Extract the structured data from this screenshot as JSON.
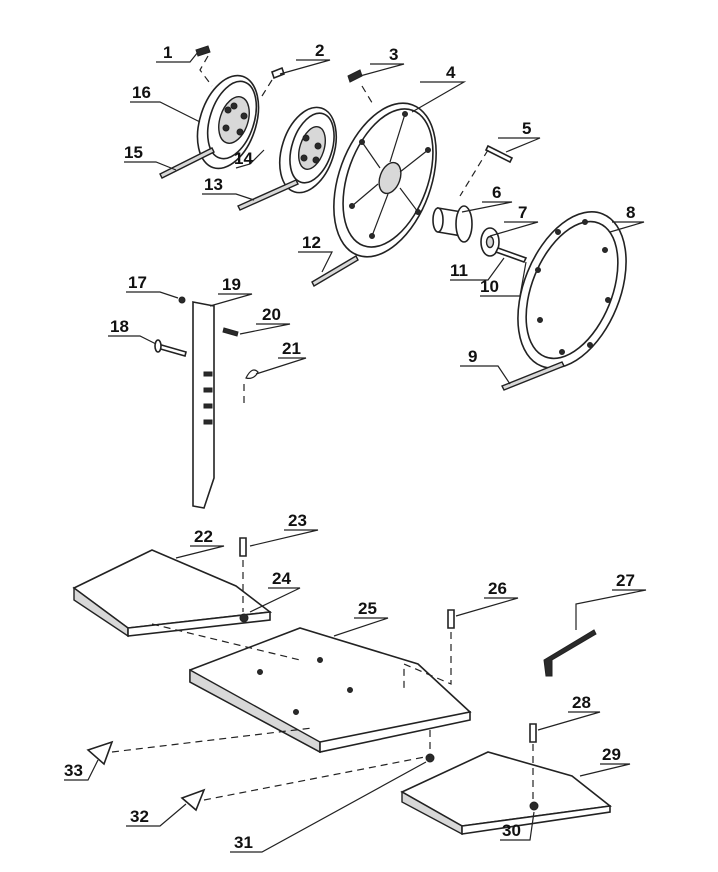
{
  "part_numbers": [
    "1",
    "2",
    "3",
    "4",
    "5",
    "6",
    "7",
    "8",
    "9",
    "10",
    "11",
    "12",
    "13",
    "14",
    "15",
    "16",
    "17",
    "18",
    "19",
    "20",
    "21",
    "22",
    "23",
    "24",
    "25",
    "26",
    "27",
    "28",
    "29",
    "30",
    "31",
    "32",
    "33"
  ],
  "colors": {
    "line": "#222222",
    "fill": "#ffffff",
    "shade": "#d8d8d8",
    "text": "#111111"
  }
}
